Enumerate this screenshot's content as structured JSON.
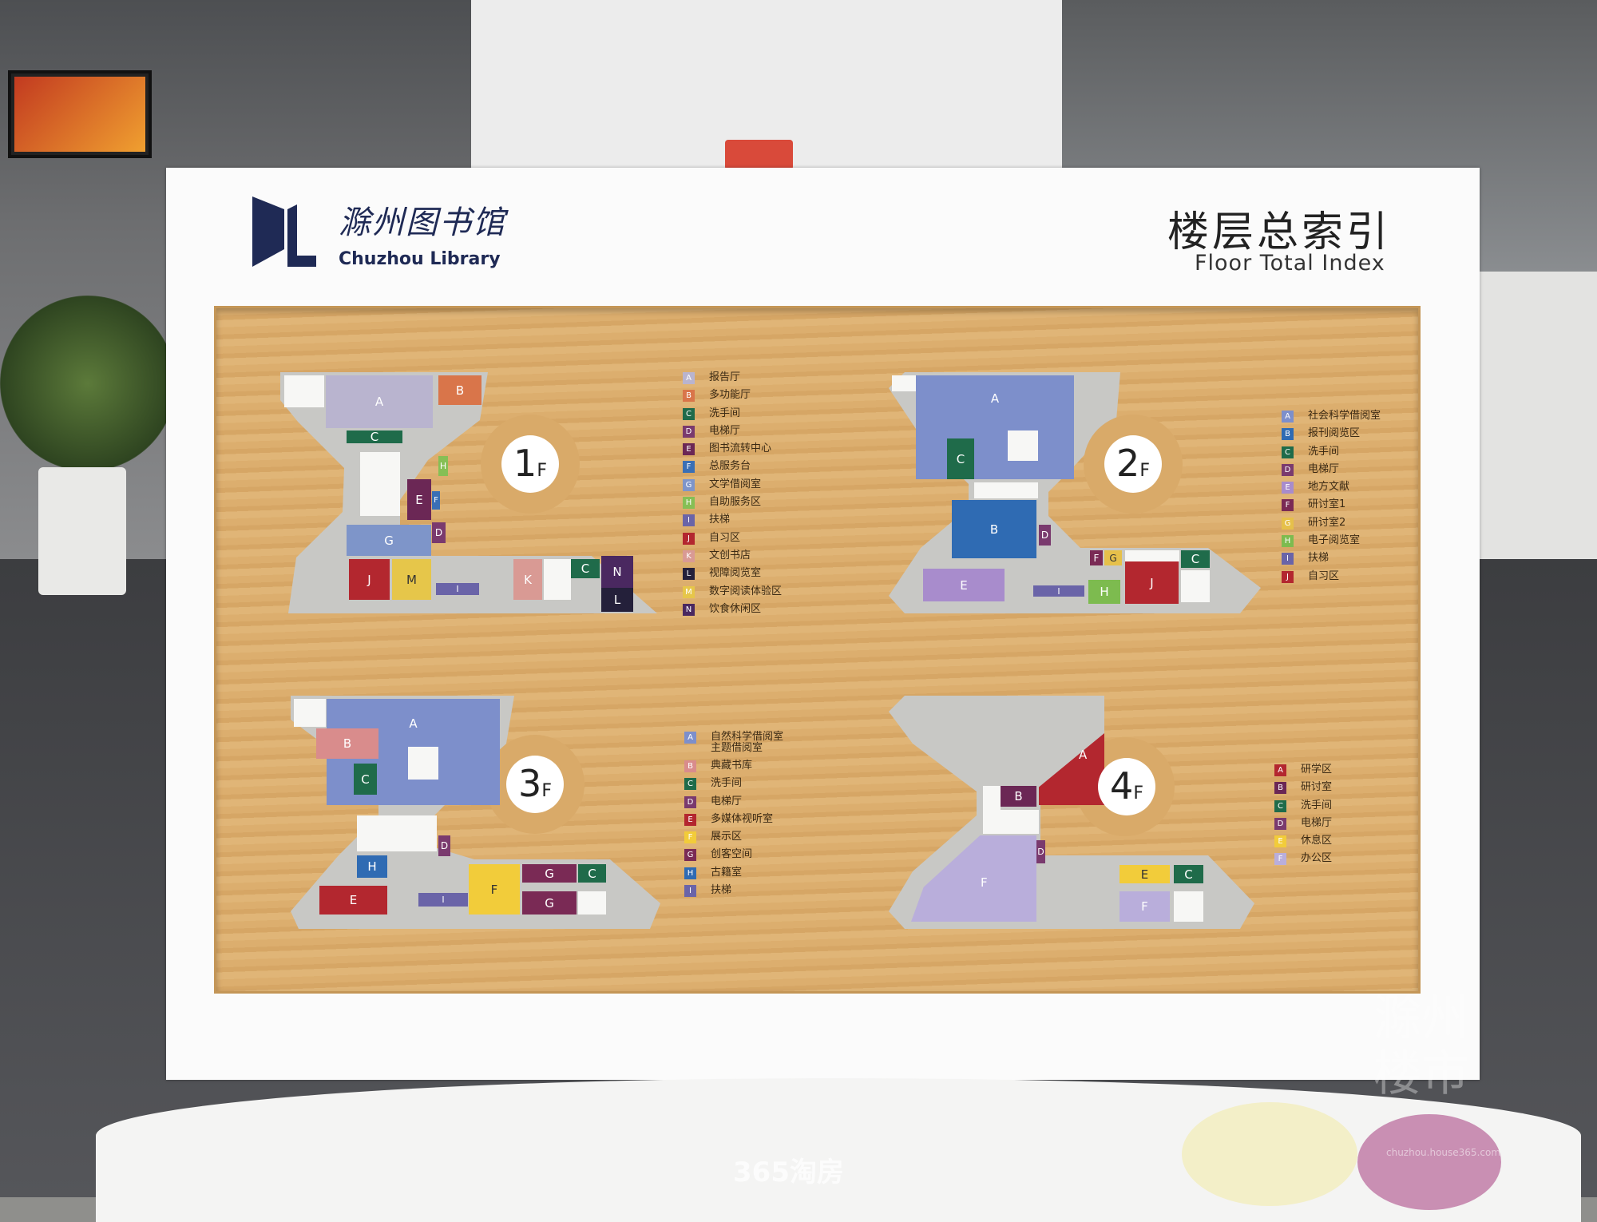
{
  "sign": {
    "logo_cn": "滁州图书馆",
    "logo_en": "Chuzhou Library",
    "title_cn": "楼层总索引",
    "title_en": "Floor Total Index"
  },
  "floors": [
    {
      "label": "1",
      "suffix": "F",
      "legend": [
        {
          "key": "A",
          "label": "报告厅",
          "color": "#b9b4cf"
        },
        {
          "key": "B",
          "label": "多功能厅",
          "color": "#d9754a"
        },
        {
          "key": "C",
          "label": "洗手间",
          "color": "#1f6b4a"
        },
        {
          "key": "D",
          "label": "电梯厅",
          "color": "#7a3a6e"
        },
        {
          "key": "E",
          "label": "图书流转中心",
          "color": "#6b2755"
        },
        {
          "key": "F",
          "label": "总服务台",
          "color": "#3a6fb5"
        },
        {
          "key": "G",
          "label": "文学借阅室",
          "color": "#7e95c9"
        },
        {
          "key": "H",
          "label": "自助服务区",
          "color": "#86bf55"
        },
        {
          "key": "I",
          "label": "扶梯",
          "color": "#6a64a8"
        },
        {
          "key": "J",
          "label": "自习区",
          "color": "#b3272f"
        },
        {
          "key": "K",
          "label": "文创书店",
          "color": "#d99a94"
        },
        {
          "key": "L",
          "label": "视障阅览室",
          "color": "#24203a"
        },
        {
          "key": "M",
          "label": "数字阅读体验区",
          "color": "#e6c64a"
        },
        {
          "key": "N",
          "label": "饮食休闲区",
          "color": "#4a2860"
        }
      ]
    },
    {
      "label": "2",
      "suffix": "F",
      "legend": [
        {
          "key": "A",
          "label": "社会科学借阅室",
          "color": "#7d8fcb"
        },
        {
          "key": "B",
          "label": "报刊阅览区",
          "color": "#2f6bb3"
        },
        {
          "key": "C",
          "label": "洗手间",
          "color": "#1f6b4a"
        },
        {
          "key": "D",
          "label": "电梯厅",
          "color": "#7a3a6e"
        },
        {
          "key": "E",
          "label": "地方文献",
          "color": "#a88ccc"
        },
        {
          "key": "F",
          "label": "研讨室1",
          "color": "#7a2a55"
        },
        {
          "key": "G",
          "label": "研讨室2",
          "color": "#e6c04a"
        },
        {
          "key": "H",
          "label": "电子阅览室",
          "color": "#7dbb4f"
        },
        {
          "key": "I",
          "label": "扶梯",
          "color": "#6a64a8"
        },
        {
          "key": "J",
          "label": "自习区",
          "color": "#b3272f"
        }
      ]
    },
    {
      "label": "3",
      "suffix": "F",
      "legend": [
        {
          "key": "A",
          "label": "自然科学借阅室\n主题借阅室",
          "color": "#7d8fcb"
        },
        {
          "key": "B",
          "label": "典藏书库",
          "color": "#d98c8c"
        },
        {
          "key": "C",
          "label": "洗手间",
          "color": "#1f6b4a"
        },
        {
          "key": "D",
          "label": "电梯厅",
          "color": "#7a3a6e"
        },
        {
          "key": "E",
          "label": "多媒体视听室",
          "color": "#b3272f"
        },
        {
          "key": "F",
          "label": "展示区",
          "color": "#f2cc3a"
        },
        {
          "key": "G",
          "label": "创客空间",
          "color": "#7a2a55"
        },
        {
          "key": "H",
          "label": "古籍室",
          "color": "#2f6bb3"
        },
        {
          "key": "I",
          "label": "扶梯",
          "color": "#6a64a8"
        }
      ]
    },
    {
      "label": "4",
      "suffix": "F",
      "legend": [
        {
          "key": "A",
          "label": "研学区",
          "color": "#b3272f"
        },
        {
          "key": "B",
          "label": "研讨室",
          "color": "#6b2755"
        },
        {
          "key": "C",
          "label": "洗手间",
          "color": "#1f6b4a"
        },
        {
          "key": "D",
          "label": "电梯厅",
          "color": "#7a3a6e"
        },
        {
          "key": "E",
          "label": "休息区",
          "color": "#f2cc3a"
        },
        {
          "key": "F",
          "label": "办公区",
          "color": "#b9aedb"
        }
      ]
    }
  ],
  "watermarks": {
    "site": "365淘房",
    "corner": "滁州楼市",
    "corner_url": "chuzhou.house365.com"
  }
}
